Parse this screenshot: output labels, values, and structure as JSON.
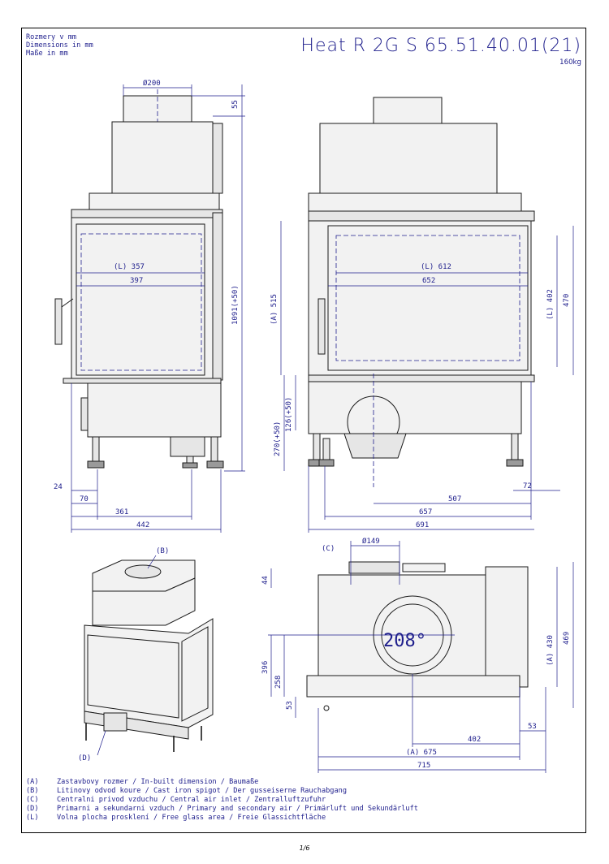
{
  "units": [
    "Rozmery v mm",
    "Dimensions in mm",
    "Maße in mm"
  ],
  "title": "Heat R 2G S 65.51.40.01(21)",
  "weight": "160kg",
  "dimensions": {
    "front": {
      "flue": "Ø200",
      "top": "55",
      "height": "1091(+50)",
      "glass_w": "(L) 357",
      "w397": "397",
      "d24": "24",
      "d70": "70",
      "d361": "361",
      "d442": "442"
    },
    "side": {
      "glass_w": "(L) 612",
      "w652": "652",
      "a515": "(A) 515",
      "l402": "(L) 402",
      "h470": "470",
      "h126": "126(+50)",
      "h270": "270(+50)",
      "d72": "72",
      "d507": "507",
      "d657": "657",
      "d691": "691"
    },
    "top": {
      "c_label": "(C)",
      "flue": "Ø149",
      "d44": "44",
      "d396": "396",
      "d258": "258",
      "d53a": "53",
      "a430": "(A) 430",
      "d469": "469",
      "d53b": "53",
      "d402": "402",
      "a675": "(A) 675",
      "d715": "715",
      "angle": "208°"
    },
    "iso": {
      "b_label": "(B)",
      "d_label": "(D)"
    }
  },
  "legend": [
    {
      "key": "(A)",
      "text": "Zastavbovy rozmer / In-built dimension / Baumaße"
    },
    {
      "key": "(B)",
      "text": "Litinovy odvod koure / Cast iron spigot / Der gusseiserne Rauchabgang"
    },
    {
      "key": "(C)",
      "text": "Centralni privod vzduchu / Central air inlet / Zentralluftzufuhr"
    },
    {
      "key": "(D)",
      "text": "Primarni a sekundarni vzduch / Primary and secondary air / Primärluft und Sekundärluft"
    },
    {
      "key": "(L)",
      "text": "Volna plocha prosklení / Free glass area / Freie Glassichtfläche"
    }
  ],
  "page": "1/6"
}
